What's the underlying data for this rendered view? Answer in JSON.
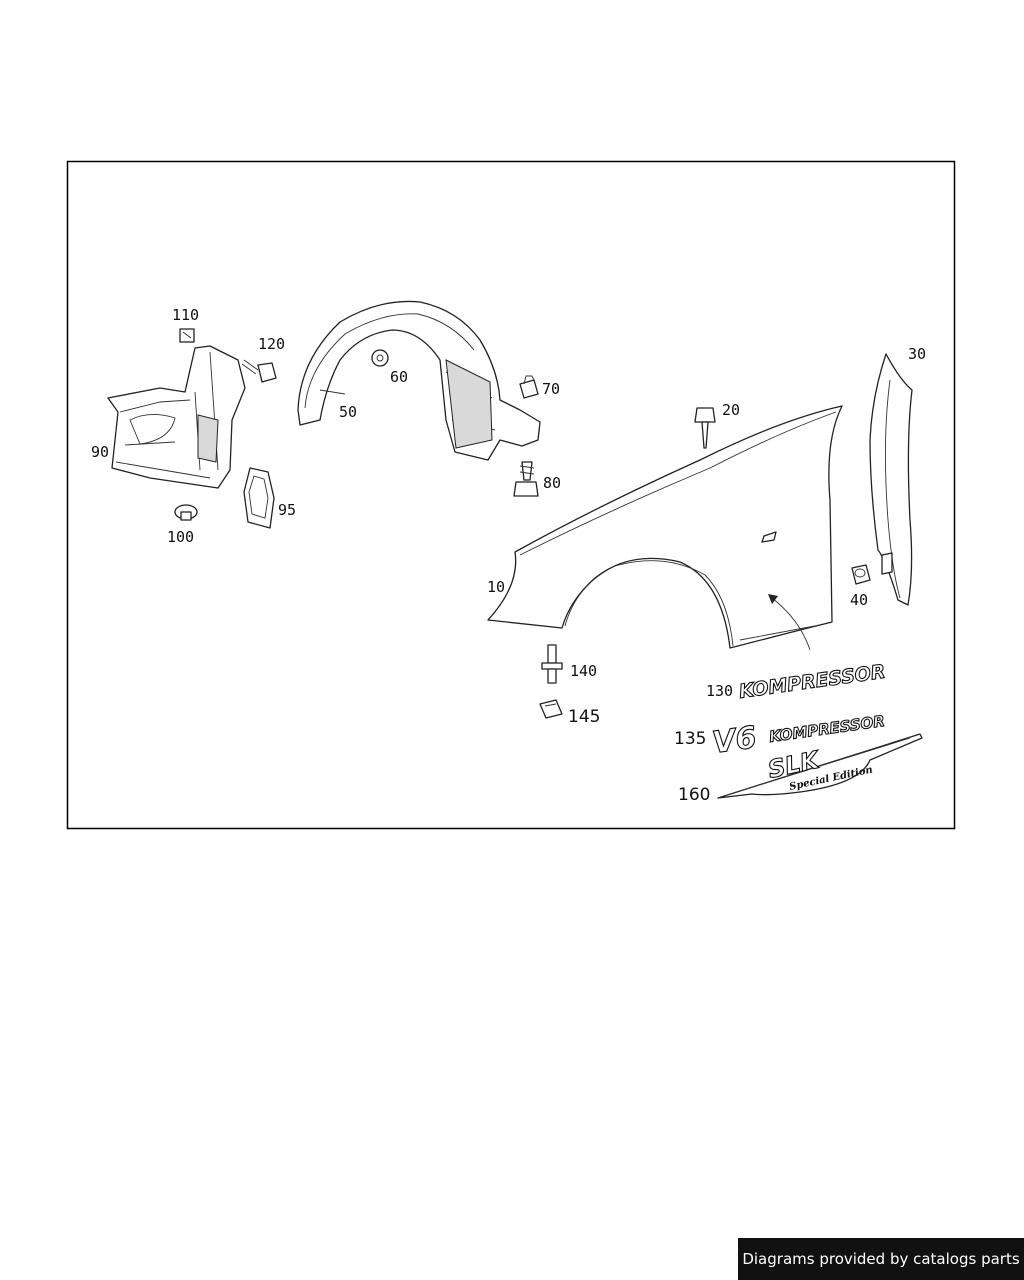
{
  "labels": {
    "l10": "10",
    "l20": "20",
    "l30": "30",
    "l40": "40",
    "l50": "50",
    "l60": "60",
    "l70": "70",
    "l80": "80",
    "l90": "90",
    "l95": "95",
    "l100": "100",
    "l110": "110",
    "l120": "120",
    "l130": "130",
    "l135": "135",
    "l140": "140",
    "l145": "145",
    "l160": "160"
  },
  "emblems": {
    "kompressor": "KOMPRESSOR",
    "v6": "V6",
    "v6_kompressor": "KOMPRESSOR",
    "slk": "SLK",
    "special_edition": "Special Edition"
  },
  "footer": {
    "text": "Diagrams provided by catalogs parts"
  }
}
